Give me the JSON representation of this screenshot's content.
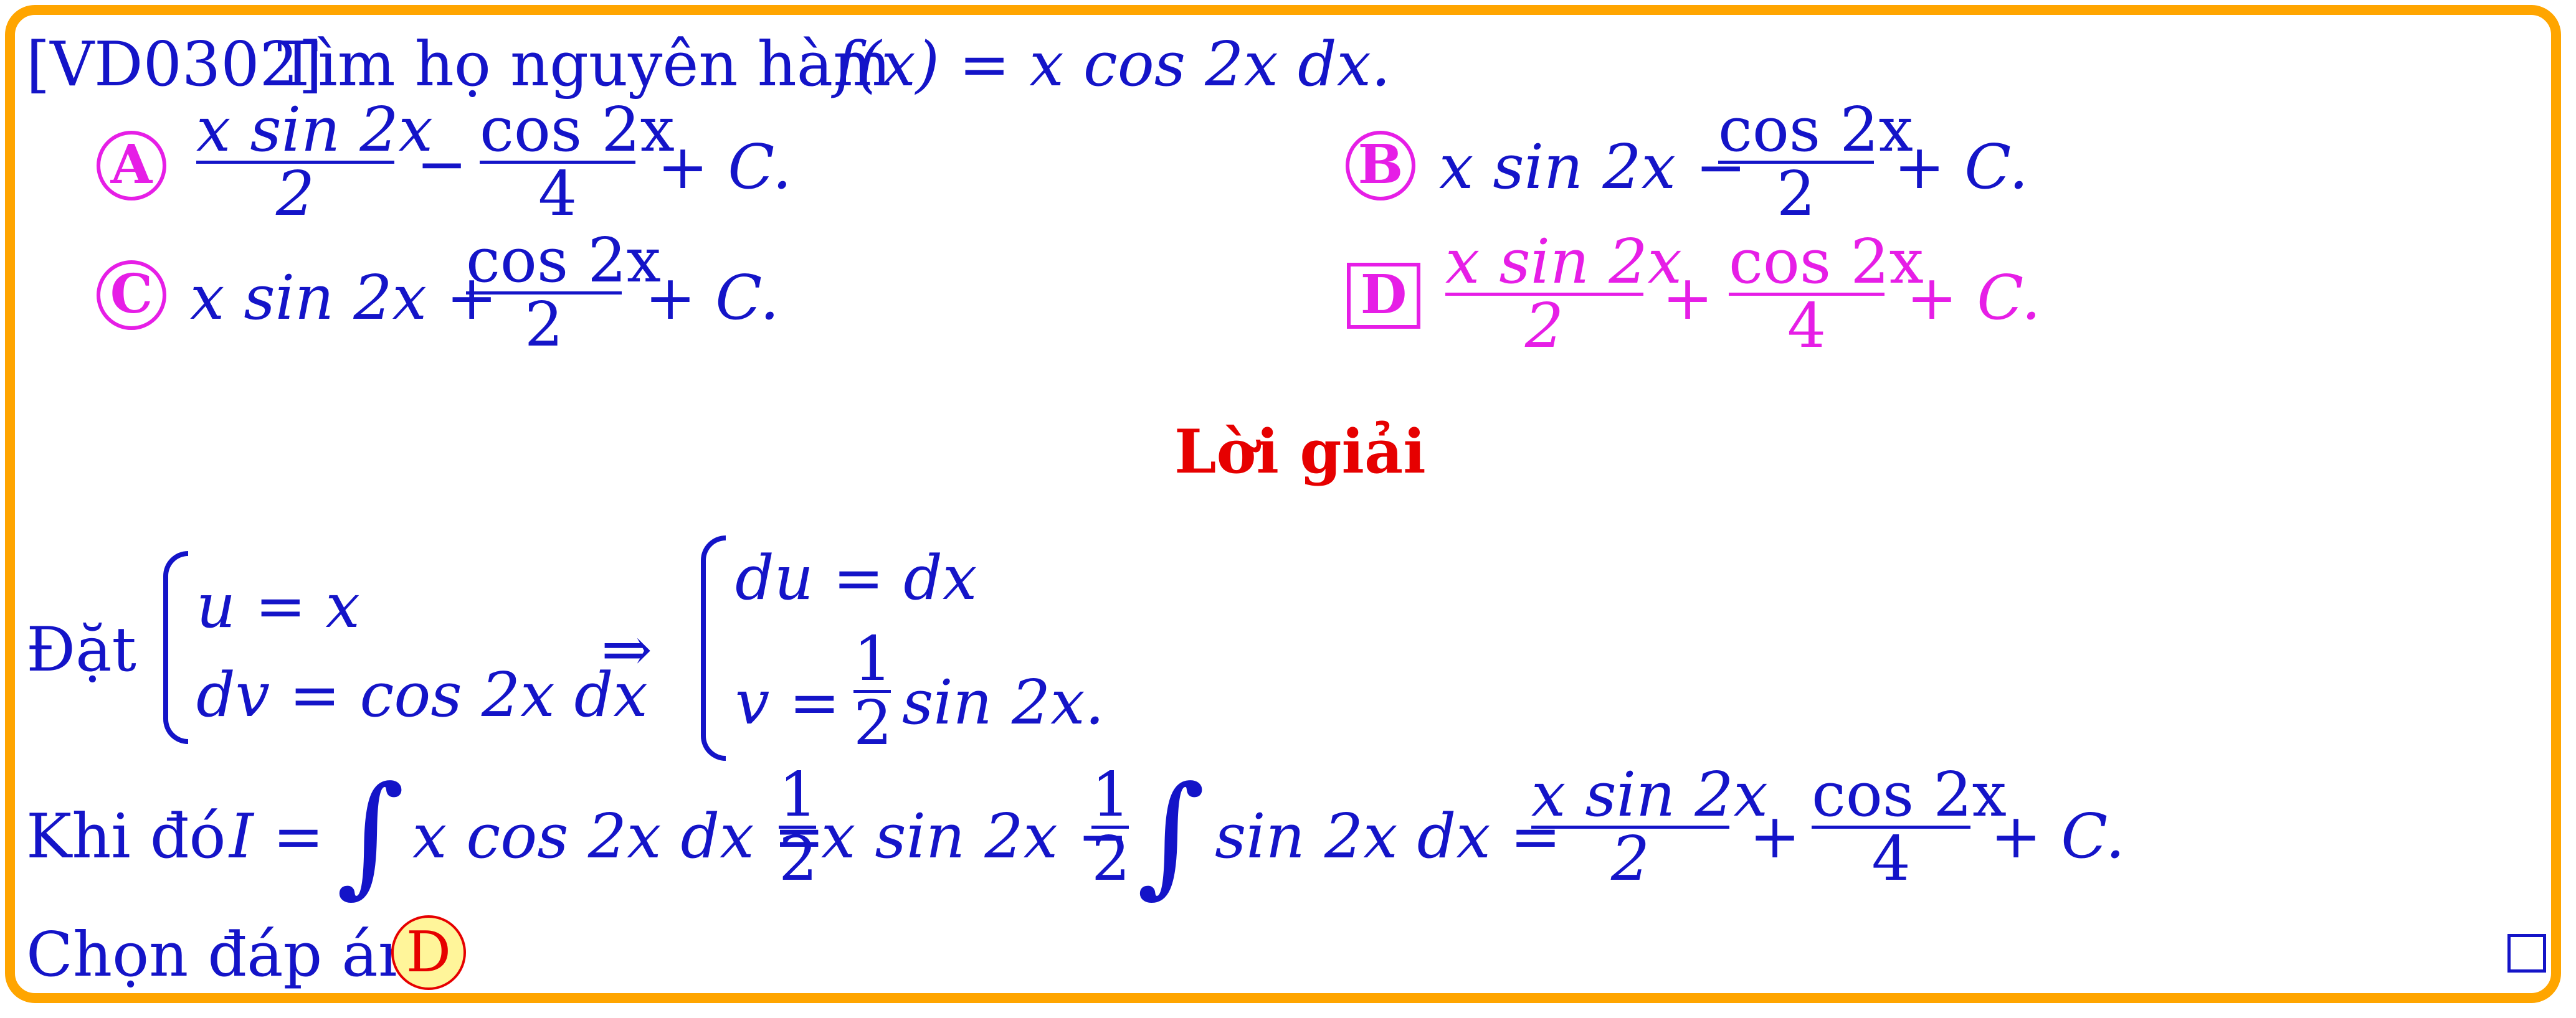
{
  "question": {
    "id_label": "[VD0302]",
    "text": "Tìm họ nguyên hàm",
    "formula": "f(x) = x cos 2x dx."
  },
  "options": [
    {
      "letter": "A",
      "lead": "",
      "num1": "x sin 2x",
      "den1": "2",
      "op": "−",
      "num2": "cos 2x",
      "den2": "4",
      "tail": "+ C."
    },
    {
      "letter": "B",
      "lead": "x sin 2x −",
      "num2": "cos 2x",
      "den2": "2",
      "tail": "+ C."
    },
    {
      "letter": "C",
      "lead": "x sin 2x +",
      "num2": "cos 2x",
      "den2": "2",
      "tail": "+ C."
    },
    {
      "letter": "D",
      "lead": "",
      "num1": "x sin 2x",
      "den1": "2",
      "op": "+",
      "num2": "cos 2x",
      "den2": "4",
      "tail": "+ C."
    }
  ],
  "solution": {
    "heading": "Lời giải",
    "set_label": "Đặt",
    "sys1": [
      "u = x",
      "dv = cos 2x dx"
    ],
    "implies": "⇒",
    "sys2_line1": "du = dx",
    "sys2_line2_lead": "v =",
    "sys2_frac": {
      "num": "1",
      "den": "2"
    },
    "sys2_line2_tail": "sin 2x.",
    "then_label": "Khi đó",
    "eq_lhs": "I =",
    "integral_sign": "∫",
    "eq_part1": "x cos 2x dx =",
    "half_num": "1",
    "half_den": "2",
    "eq_part2": "x sin 2x −",
    "eq_part3": "sin 2x dx =",
    "res_num1": "x sin 2x",
    "res_den1": "2",
    "res_op": "+",
    "res_num2": "cos 2x",
    "res_den2": "4",
    "res_tail": "+ C.",
    "choose_label": "Chọn đáp án",
    "choice": "D"
  },
  "colors": {
    "frame": "#FFA500",
    "text": "#1414C8",
    "option": "#E61EE6",
    "heading": "#E60000",
    "choice_fill": "#FFF59A"
  }
}
